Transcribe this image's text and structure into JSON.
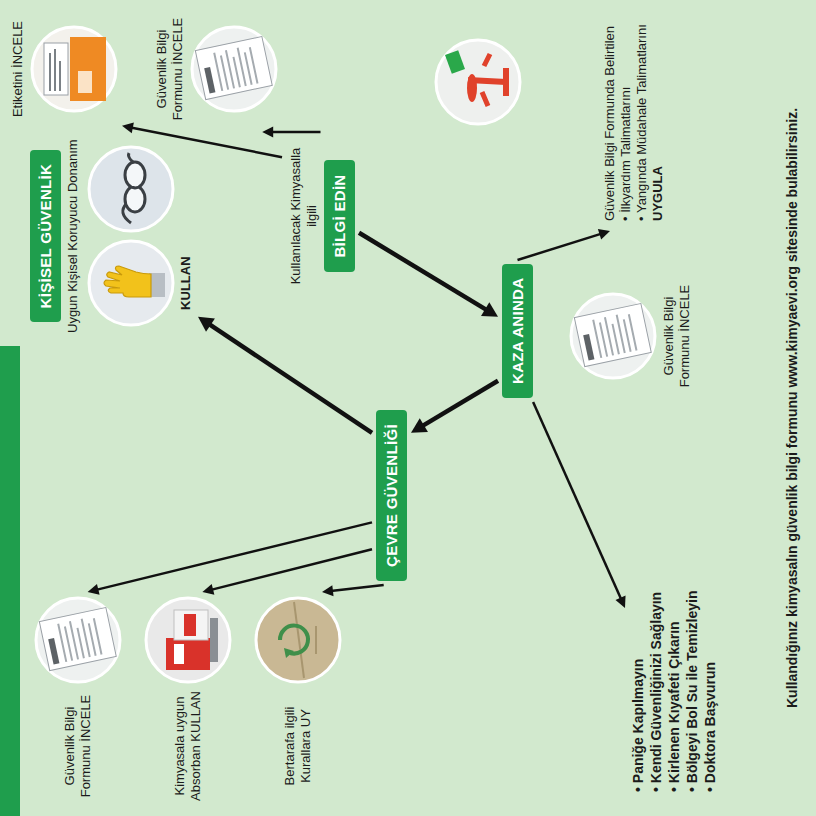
{
  "diagram": {
    "nodes": [
      {
        "text": [
          "KİŞİSEL GÜVENLİK",
          "Uygun Kişisel Koruyucu Donanım",
          "KULLAN"
        ]
      },
      {
        "text": [
          "Etiketini İNCELE"
        ]
      },
      {
        "text": [
          "Güvenlik Bilgi Formunu İNCELE"
        ]
      },
      {
        "text": [
          "Kullanılacak Kimyasalla ilgili",
          "BİLGİ EDİN"
        ]
      },
      {
        "text": [
          "ÇEVRE GÜVENLİĞİ"
        ]
      },
      {
        "text": [
          "Güvenlik Bilgi Formunu İNCELE"
        ]
      },
      {
        "text": [
          "Kimyasala uygun Absorban KULLAN"
        ]
      },
      {
        "text": [
          "Bertarafa ilgili Kurallara UY"
        ]
      },
      {
        "text": [
          "KAZA ANINDA"
        ]
      },
      {
        "text": [
          "Güvenlik Bilgi Formunu İNCELE"
        ]
      },
      {
        "text": [
          "Güvenlik Bilgi Formunda Belirtilen",
          "• İlkyardım Talimatlarını",
          "• Yangında Müdahale Talimatlarını",
          "UYGULA"
        ]
      },
      {
        "text": [
          "• Paniğe Kapılmayın",
          "• Kendi Güvenliğinizi Sağlayın",
          "• Kirlenen Kıyafeti Çıkarın",
          "• Bölgeyi Bol Su ile Temizleyin",
          "• Doktora Başvurun"
        ]
      }
    ],
    "edges": [
      {
        "from": 3,
        "to": 1,
        "arrow": "to"
      },
      {
        "from": 3,
        "to": 2,
        "arrow": "to"
      },
      {
        "from": 3,
        "to": 8,
        "arrow": "to"
      },
      {
        "from": 8,
        "to": 4,
        "arrow": "to"
      },
      {
        "from": 8,
        "to": 10,
        "arrow": "to"
      },
      {
        "from": 8,
        "to": 11,
        "arrow": "to"
      },
      {
        "from": 4,
        "to": 0,
        "arrow": "to"
      },
      {
        "from": 4,
        "to": 5,
        "arrow": "to"
      },
      {
        "from": 4,
        "to": 6,
        "arrow": "to"
      },
      {
        "from": 4,
        "to": 7,
        "arrow": "to"
      }
    ],
    "caption": "Kullandığınız kimyasalın güvenlik bilgi formunu www.kimyaevi.org sitesinde bulabilirsiniz."
  }
}
